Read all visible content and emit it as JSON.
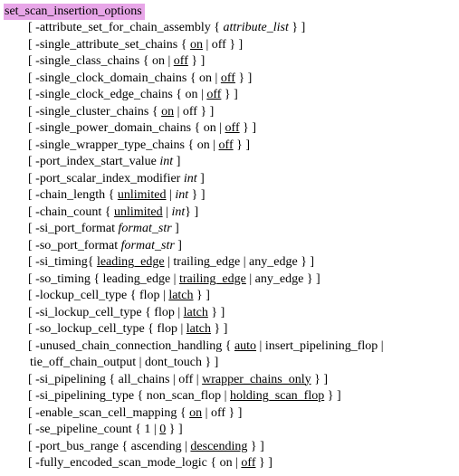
{
  "title": "set_scan_insertion_options",
  "options": [
    [
      {
        "t": "[ -attribute_set_for_chain_assembly { "
      },
      {
        "t": "attribute_list",
        "s": "i"
      },
      {
        "t": " } ]"
      }
    ],
    [
      {
        "t": "[ -single_attribute_set_chains { "
      },
      {
        "t": "on",
        "s": "u"
      },
      {
        "t": " | off } ]"
      }
    ],
    [
      {
        "t": "[ -single_class_chains { on | "
      },
      {
        "t": "off",
        "s": "u"
      },
      {
        "t": " } ]"
      }
    ],
    [
      {
        "t": "[ -single_clock_domain_chains { on | "
      },
      {
        "t": "off",
        "s": "u"
      },
      {
        "t": " } ]"
      }
    ],
    [
      {
        "t": "[ -single_clock_edge_chains { on | "
      },
      {
        "t": "off",
        "s": "u"
      },
      {
        "t": " } ]"
      }
    ],
    [
      {
        "t": "[ -single_cluster_chains { "
      },
      {
        "t": "on",
        "s": "u"
      },
      {
        "t": " | off } ]"
      }
    ],
    [
      {
        "t": "[ -single_power_domain_chains { on | "
      },
      {
        "t": "off",
        "s": "u"
      },
      {
        "t": " } ]"
      }
    ],
    [
      {
        "t": "[ -single_wrapper_type_chains { on | "
      },
      {
        "t": "off",
        "s": "u"
      },
      {
        "t": " } ]"
      }
    ],
    [
      {
        "t": "[ -port_index_start_value "
      },
      {
        "t": "int",
        "s": "i"
      },
      {
        "t": " ]"
      }
    ],
    [
      {
        "t": "[ -port_scalar_index_modifier "
      },
      {
        "t": "int",
        "s": "i"
      },
      {
        "t": " ]"
      }
    ],
    [
      {
        "t": "[ -chain_length { "
      },
      {
        "t": "unlimited",
        "s": "u"
      },
      {
        "t": " | "
      },
      {
        "t": "int",
        "s": "i"
      },
      {
        "t": " } ]"
      }
    ],
    [
      {
        "t": "[ -chain_count { "
      },
      {
        "t": "unlimited",
        "s": "u"
      },
      {
        "t": " | "
      },
      {
        "t": "int",
        "s": "i"
      },
      {
        "t": "} ]"
      }
    ],
    [
      {
        "t": "[ -si_port_format "
      },
      {
        "t": "format_str",
        "s": "i"
      },
      {
        "t": " ]"
      }
    ],
    [
      {
        "t": "[ -so_port_format "
      },
      {
        "t": "format_str",
        "s": "i"
      },
      {
        "t": " ]"
      }
    ],
    [
      {
        "t": "[ -si_timing{ "
      },
      {
        "t": "leading_edge",
        "s": "u"
      },
      {
        "t": " | trailing_edge | any_edge } ]"
      }
    ],
    [
      {
        "t": "[ -so_timing { leading_edge | "
      },
      {
        "t": "trailing_edge",
        "s": "u"
      },
      {
        "t": " | any_edge } ]"
      }
    ],
    [
      {
        "t": "[ -lockup_cell_type { flop | "
      },
      {
        "t": "latch",
        "s": "u"
      },
      {
        "t": " } ]"
      }
    ],
    [
      {
        "t": "[ -si_lockup_cell_type { flop | "
      },
      {
        "t": "latch",
        "s": "u"
      },
      {
        "t": " } ]"
      }
    ],
    [
      {
        "t": "[ -so_lockup_cell_type { flop | "
      },
      {
        "t": "latch",
        "s": "u"
      },
      {
        "t": " } ]"
      }
    ],
    [
      {
        "t": "[ -unused_chain_connection_handling { "
      },
      {
        "t": "auto",
        "s": "u"
      },
      {
        "t": " | insert_pipelining_flop |"
      }
    ],
    [
      {
        "t": "tie_off_chain_output | dont_touch } ]",
        "cont": true
      }
    ],
    [
      {
        "t": "[ -si_pipelining { all_chains | off | "
      },
      {
        "t": "wrapper_chains_only",
        "s": "u"
      },
      {
        "t": " } ]"
      }
    ],
    [
      {
        "t": "[ -si_pipelining_type { non_scan_flop | "
      },
      {
        "t": "holding_scan_flop",
        "s": "u"
      },
      {
        "t": " } ]"
      }
    ],
    [
      {
        "t": "[ -enable_scan_cell_mapping { "
      },
      {
        "t": "on",
        "s": "u"
      },
      {
        "t": " | off } ]"
      }
    ],
    [
      {
        "t": "[ -se_pipeline_count { 1 | "
      },
      {
        "t": "0",
        "s": "u"
      },
      {
        "t": " } ]"
      }
    ],
    [
      {
        "t": "[ -port_bus_range { ascending | "
      },
      {
        "t": "descending",
        "s": "u"
      },
      {
        "t": " } ]"
      }
    ],
    [
      {
        "t": "[ -fully_encoded_scan_mode_logic { on | "
      },
      {
        "t": "off",
        "s": "u"
      },
      {
        "t": " } ]"
      }
    ]
  ]
}
